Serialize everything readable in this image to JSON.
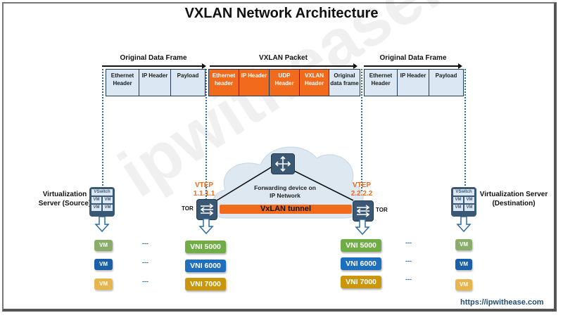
{
  "title": "VXLAN Network Architecture",
  "watermark": "ipwithease.com",
  "colors": {
    "orange": "#f26a1b",
    "header_cell_bg": "#dbe8f4",
    "device": "#3a5873",
    "vni5000": "#70ad47",
    "vni6000": "#1f6fbf",
    "vni7000": "#c9960c",
    "vm_green": "#8aae6a",
    "vm_blue": "#1a5fa8",
    "vm_yellow": "#e8b44c"
  },
  "frames": {
    "left": {
      "label": "Original Data Frame",
      "cells": [
        "Ethernet Header",
        "IP Header",
        "Payload"
      ]
    },
    "middle": {
      "label": "VXLAN Packet",
      "cells": [
        "Ethernet header",
        "IP Header",
        "UDP Header",
        "VXLAN Header",
        "Original data frame"
      ]
    },
    "right": {
      "label": "Original Data Frame",
      "cells": [
        "Ethernet Header",
        "IP Header",
        "Payload"
      ]
    }
  },
  "network": {
    "forwarding_label": "Forwarding device on IP Network",
    "tunnel_label": "VxLAN tunnel",
    "vtep_left": {
      "label": "VTEP",
      "ip": "1.1.1.1"
    },
    "vtep_right": {
      "label": "VTEP",
      "ip": "2.2.2.2"
    },
    "tor_label": "TOR"
  },
  "servers": {
    "source": {
      "label": "Virtualization Server (Source)",
      "vswitch": "VSwitch",
      "vm": "VM"
    },
    "destination": {
      "label": "Virtualization Server (Destination)",
      "vswitch": "VSwitch",
      "vm": "VM"
    }
  },
  "vnis": [
    "VNI 5000",
    "VNI 6000",
    "VNI 7000"
  ],
  "vm_label": "VM",
  "dash": "---",
  "footer_url": "https://ipwithease.com"
}
